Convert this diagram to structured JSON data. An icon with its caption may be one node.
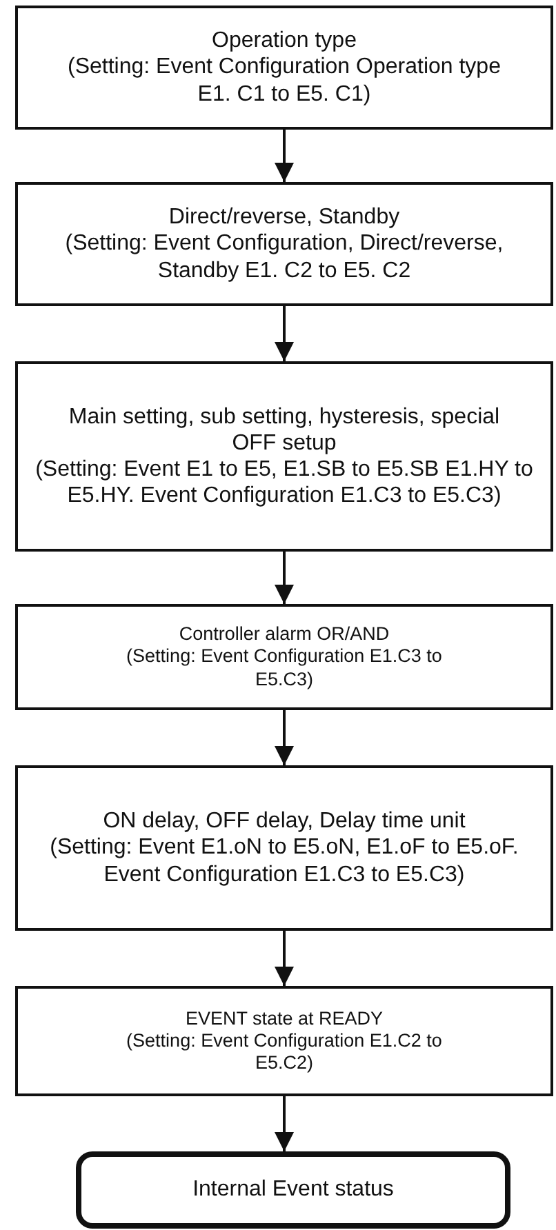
{
  "diagram": {
    "nodes": [
      {
        "text": [
          "Operation type",
          "(Setting: Event Configuration Operation type E1. C1 to E5. C1)"
        ]
      },
      {
        "text": [
          "Direct/reverse, Standby",
          "(Setting: Event Configuration, Direct/reverse, Standby E1. C2 to E5. C2"
        ]
      },
      {
        "text": [
          "Main setting, sub setting, hysteresis, special OFF setup",
          "(Setting: Event E1 to E5, E1.SB to E5.SB E1.HY to E5.HY. Event Configuration E1.C3 to E5.C3)"
        ]
      },
      {
        "text": [
          "Controller alarm OR/AND",
          "(Setting: Event Configuration E1.C3 to E5.C3)"
        ]
      },
      {
        "text": [
          "ON delay, OFF delay, Delay time unit",
          "(Setting: Event E1.oN to E5.oN, E1.oF to E5.oF. Event Configuration E1.C3 to E5.C3)"
        ]
      },
      {
        "text": [
          "EVENT state at READY",
          "(Setting: Event Configuration E1.C2 to E5.C2)"
        ]
      },
      {
        "text": [
          "Internal Event status"
        ]
      }
    ],
    "edges": [
      {
        "from": 0,
        "to": 1,
        "arrow": "to"
      },
      {
        "from": 1,
        "to": 2,
        "arrow": "to"
      },
      {
        "from": 2,
        "to": 3,
        "arrow": "to"
      },
      {
        "from": 3,
        "to": 4,
        "arrow": "to"
      },
      {
        "from": 4,
        "to": 5,
        "arrow": "to"
      },
      {
        "from": 5,
        "to": 6,
        "arrow": "to"
      }
    ]
  }
}
